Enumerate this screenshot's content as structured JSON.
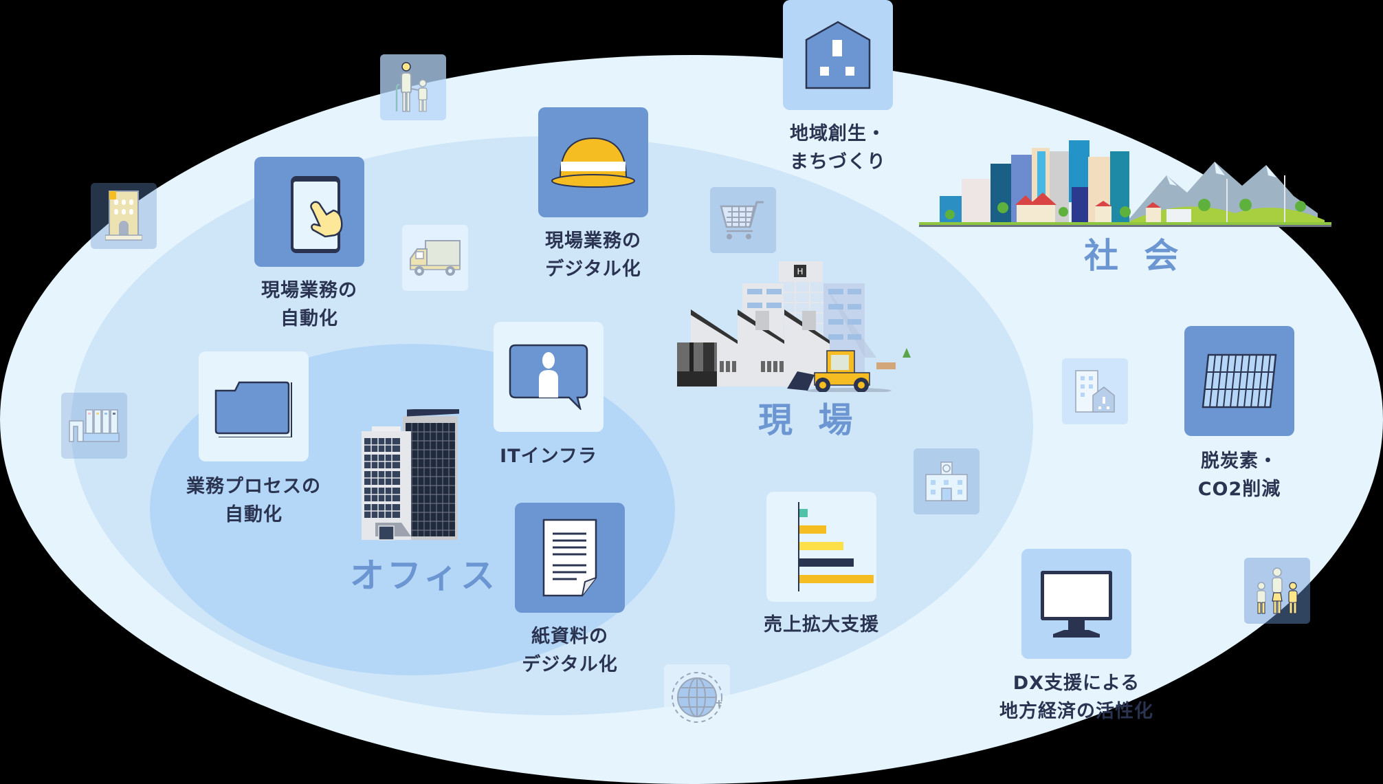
{
  "colors": {
    "background": "#000000",
    "outer_zone": "#e6f4fe",
    "middle_zone": "#cfe5f8",
    "inner_zone": "#b5d7f7",
    "card_dark": "#6c96d2",
    "card_pale": "#b5d6f7",
    "text": "#2a3350",
    "heading": "#6c96d2",
    "accent_yellow": "#f5bd22"
  },
  "zones": {
    "society": {
      "heading": "社 会"
    },
    "field": {
      "heading": "現 場"
    },
    "office": {
      "heading": "オフィス"
    }
  },
  "items": [
    {
      "id": "field-automation",
      "icon": "tablet-tap-icon",
      "label": "現場業務の\n自動化"
    },
    {
      "id": "field-digitalization",
      "icon": "hard-hat-icon",
      "label": "現場業務の\nデジタル化"
    },
    {
      "id": "regional-revitalization",
      "icon": "house-icon",
      "label": "地域創生・\nまちづくり"
    },
    {
      "id": "process-automation",
      "icon": "folder-icon",
      "label": "業務プロセスの\n自動化"
    },
    {
      "id": "it-infrastructure",
      "icon": "user-chat-icon",
      "label": "ITインフラ"
    },
    {
      "id": "paper-digitalization",
      "icon": "document-icon",
      "label": "紙資料の\nデジタル化"
    },
    {
      "id": "sales-expansion",
      "icon": "bar-chart-icon",
      "label": "売上拡大支援"
    },
    {
      "id": "decarbonization",
      "icon": "solar-panel-icon",
      "label": "脱炭素・\nCO2削減"
    },
    {
      "id": "regional-economy",
      "icon": "monitor-icon",
      "label": "DX支援による\n地方経済の活性化"
    }
  ],
  "decor_icons": [
    "elderly-child-icon",
    "apartment-icon",
    "truck-icon",
    "shopping-cart-icon",
    "bookshelf-icon",
    "city-buildings-icon",
    "school-icon",
    "globe-icon",
    "family-icon"
  ],
  "sales_chart_bars": [
    {
      "width": 12,
      "color": "#4fc3a8"
    },
    {
      "width": 39,
      "color": "#f5bd22"
    },
    {
      "width": 64,
      "color": "#fde047"
    },
    {
      "width": 79,
      "color": "#2a3350"
    },
    {
      "width": 108,
      "color": "#f5bd22"
    }
  ]
}
